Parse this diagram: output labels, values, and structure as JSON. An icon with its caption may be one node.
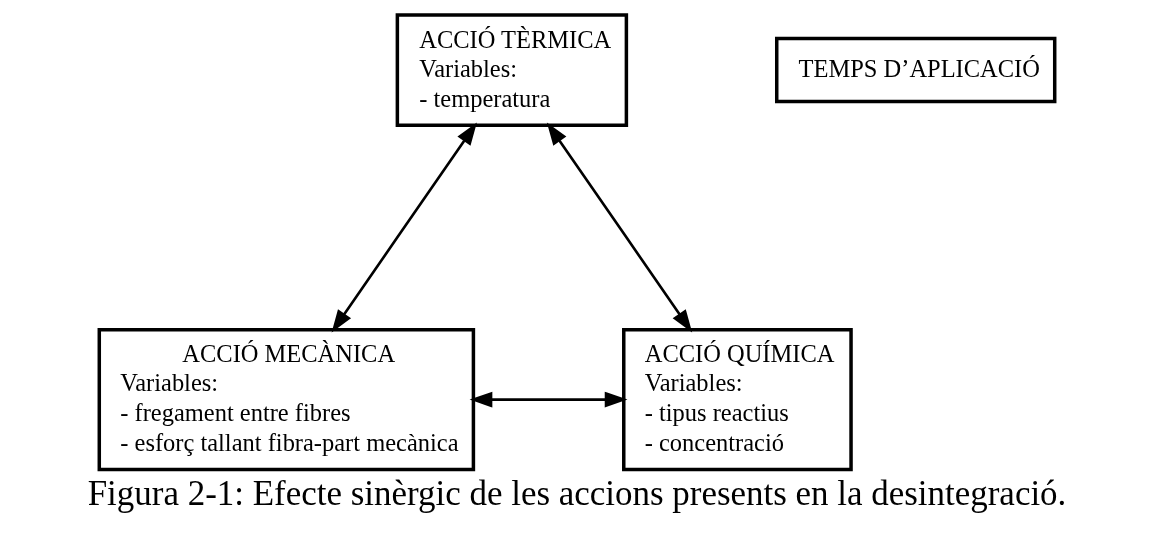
{
  "diagram": {
    "caption": "Figura 2-1: Efecte sinèrgic de les accions presents en la desintegració.",
    "nodes": [
      {
        "text": [
          "ACCIÓ TÈRMICA",
          "Variables:",
          "- temperatura"
        ]
      },
      {
        "text": [
          "TEMPS D’APLICACIÓ"
        ]
      },
      {
        "text": [
          "ACCIÓ MECÀNICA",
          "Variables:",
          "- fregament entre fibres",
          "- esforç tallant fibra-part mecànica"
        ]
      },
      {
        "text": [
          "ACCIÓ QUÍMICA",
          "Variables:",
          "- tipus reactius",
          "- concentració"
        ]
      }
    ],
    "edges": [
      {
        "from": 0,
        "to": 2,
        "arrow": "both"
      },
      {
        "from": 0,
        "to": 3,
        "arrow": "both"
      },
      {
        "from": 2,
        "to": 3,
        "arrow": "both"
      }
    ]
  }
}
